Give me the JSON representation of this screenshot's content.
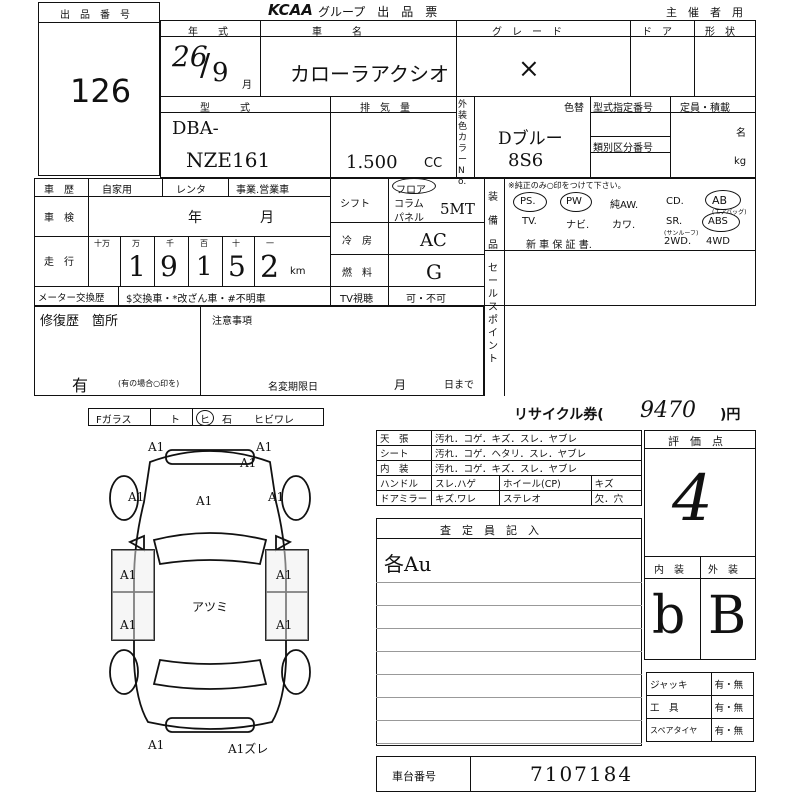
{
  "header": {
    "logo": "KCAA",
    "title": "グループ　出　品　票",
    "organizer_label": "主　催　者　用"
  },
  "lot": {
    "label": "出　品　番　号",
    "number": "126"
  },
  "year_block": {
    "label": "年　　式",
    "year": "26",
    "month": "9",
    "month_unit": "月"
  },
  "car_name": {
    "label": "車　　　名",
    "value": "カローラアクシオ"
  },
  "grade": {
    "label": "グ　レ　ー　ド",
    "value": "×"
  },
  "doors_label": "ド　ア",
  "shape_label": "形　状",
  "model": {
    "label": "型　　　式",
    "prefix": "DBA-",
    "value": "NZE161"
  },
  "displacement": {
    "label": "排　気　量",
    "value": "1.500",
    "unit": "CC"
  },
  "exterior_color": {
    "label": "外装色カラーNo.",
    "color": "Dブルー",
    "code": "8S6",
    "color_change_label": "色替"
  },
  "type_number_label": "型式指定番号",
  "class_number_label": "類別区分番号",
  "capacity_label": "定員・積載",
  "capacity_unit1": "名",
  "capacity_unit2": "kg",
  "history": {
    "label": "車　歴",
    "options": [
      "自家用",
      "レンタ",
      "事業.営業車"
    ]
  },
  "inspection": {
    "label": "車　検",
    "year_unit": "年",
    "month_unit": "月"
  },
  "mileage": {
    "label": "走　行",
    "digit_labels": [
      "十万",
      "万",
      "千",
      "百",
      "十",
      "一"
    ],
    "digits": [
      "1",
      "9",
      "1",
      "5",
      "2"
    ],
    "unit": "km"
  },
  "meter": {
    "label": "メーター交換歴",
    "options": "$交換車・*改ざん車・#不明車"
  },
  "shift": {
    "label": "シフト",
    "options": [
      "フロア",
      "コラム",
      "パネル"
    ],
    "value": "5MT"
  },
  "ac": {
    "label": "冷　房",
    "value": "AC"
  },
  "fuel": {
    "label": "燃　料",
    "value": "G"
  },
  "tv": {
    "label": "TV視聴",
    "value": "可・不可"
  },
  "equipment": {
    "label": "装備品",
    "note": "※純正のみ○印をつけて下さい。",
    "row1": [
      "PS.",
      "PW",
      "純AW.",
      "CD.",
      "AB"
    ],
    "row2": [
      "TV.",
      "ナビ.",
      "カワ.",
      "SR.",
      "ABS"
    ],
    "row3": [
      "新 車 保 証 書.",
      "2WD.",
      "4WD"
    ],
    "ab_sub": "(エアバッグ)",
    "sr_sub": "(サンルーフ)"
  },
  "sales_point_label": "セールスポイント",
  "repair": {
    "label": "修復歴　箇所",
    "value": "有",
    "note": "(有の場合○印を)"
  },
  "notes": {
    "label": "注意事項",
    "name_change": "名変期限日",
    "month": "月",
    "day": "日まで"
  },
  "recycle": {
    "label": "リサイクル券(",
    "value": "9470",
    "suffix": ")円"
  },
  "glass": {
    "label": "Fガラス",
    "options": [
      "ト",
      "ヒ",
      "石",
      "ヒビワレ"
    ]
  },
  "condition": [
    {
      "label": "天　張",
      "value": "汚れ．コゲ．キズ．スレ．ヤブレ"
    },
    {
      "label": "シート",
      "value": "汚れ．コゲ．ヘタリ．スレ．ヤブレ"
    },
    {
      "label": "内　装",
      "value": "汚れ．コゲ．キズ．スレ．ヤブレ"
    },
    {
      "label": "ハンドル",
      "value": "スレ.ハゲ",
      "label2": "ホイール(CP)",
      "value2": "キズ"
    },
    {
      "label": "ドアミラー",
      "value": "キズ.ワレ",
      "label2": "ステレオ",
      "value2": "欠．穴"
    }
  ],
  "inspector": {
    "label": "査　定　員　記　入",
    "note": "各Au"
  },
  "rating": {
    "label": "評　価　点",
    "value": "4",
    "interior_label": "内　装",
    "exterior_label": "外　装",
    "interior": "b",
    "exterior": "B"
  },
  "accessories": [
    {
      "label": "ジャッキ",
      "value": "有・無"
    },
    {
      "label": "工　具",
      "value": "有・無"
    },
    {
      "label": "スペアタイヤ",
      "value": "有・無"
    }
  ],
  "chassis": {
    "label": "車台番号",
    "value": "7107184"
  },
  "diagram_marks": [
    "A1",
    "A1",
    "A1",
    "A1",
    "A1",
    "A1",
    "A1",
    "A1",
    "A1",
    "A1",
    "A1",
    "A1ズレ",
    "アツミ"
  ]
}
